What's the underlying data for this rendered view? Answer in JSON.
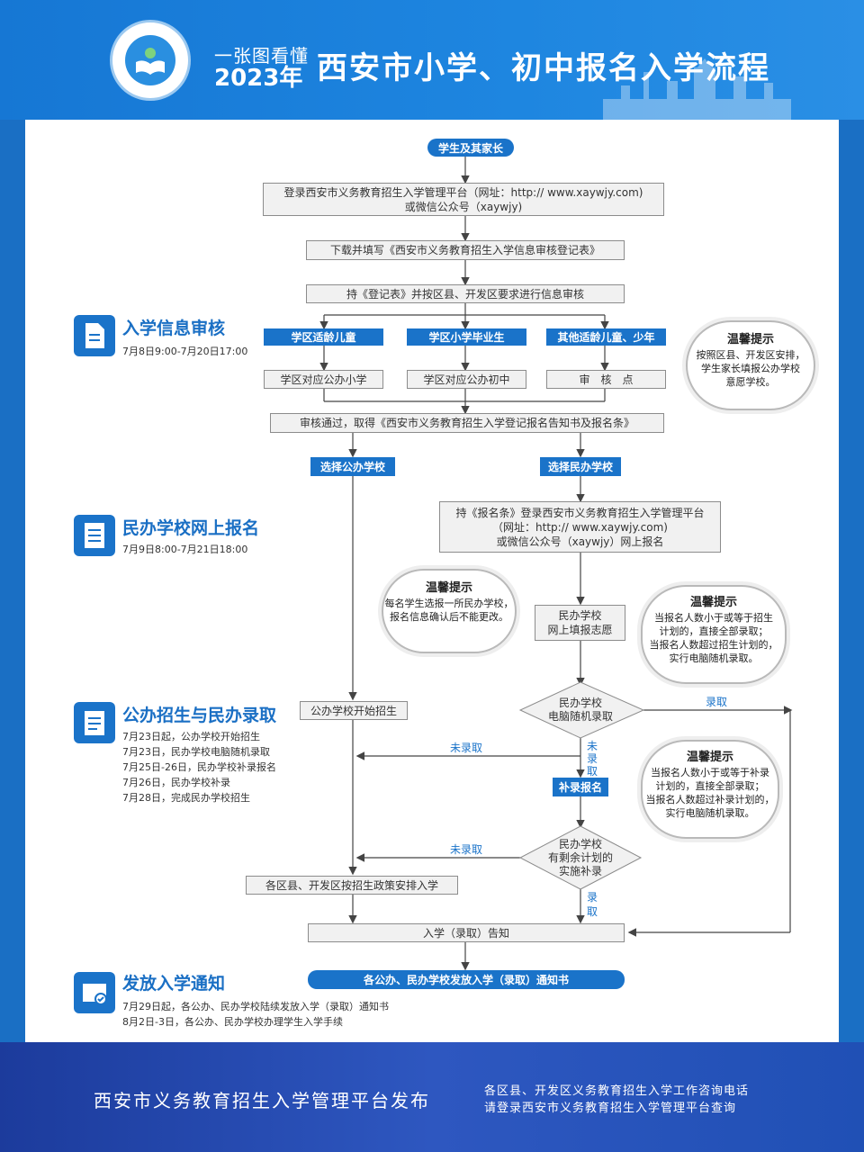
{
  "header": {
    "subtitle_line1": "一张图看懂",
    "subtitle_line2": "2023年",
    "title": "西安市小学、初中报名入学流程"
  },
  "sections": {
    "review": {
      "title": "入学信息审核",
      "text": [
        "7月8日9:00-7月20日17:00"
      ]
    },
    "private": {
      "title": "民办学校网上报名",
      "text": [
        "7月9日8:00-7月21日18:00"
      ]
    },
    "public": {
      "title": "公办招生与民办录取",
      "text": [
        "7月23日起，公办学校开始招生",
        "7月23日，民办学校电脑随机录取",
        "7月25日-26日，民办学校补录报名",
        "7月26日，民办学校补录",
        "7月28日，完成民办学校招生"
      ]
    },
    "notice": {
      "title": "发放入学通知",
      "text": [
        "7月29日起，各公办、民办学校陆续发放入学（录取）通知书",
        "8月2日-3日，各公办、民办学校办理学生入学手续"
      ]
    }
  },
  "flow": {
    "start": "学生及其家长",
    "login": [
      "登录西安市义务教育招生入学管理平台（网址：http:// www.xaywjy.com)",
      "或微信公众号（xaywjy)"
    ],
    "download": "下载并填写《西安市义务教育招生入学信息审核登记表》",
    "review": "持《登记表》并按区县、开发区要求进行信息审核",
    "cat1": "学区适龄儿童",
    "cat2": "学区小学毕业生",
    "cat3": "其他适龄儿童、少年",
    "dest1": "学区对应公办小学",
    "dest2": "学区对应公办初中",
    "dest3": "审　核　点",
    "approved": "审核通过，取得《西安市义务教育招生入学登记报名告知书及报名条》",
    "choose_public": "选择公办学校",
    "choose_private": "选择民办学校",
    "private_login": [
      "持《报名条》登录西安市义务教育招生入学管理平台",
      "（网址：http:// www.xaywjy.com)",
      "或微信公众号（xaywjy）网上报名"
    ],
    "private_fill": [
      "民办学校",
      "网上填报志愿"
    ],
    "public_start": "公办学校开始招生",
    "lottery": [
      "民办学校",
      "电脑随机录取"
    ],
    "admitted": "录取",
    "not_admitted": "未录取",
    "not_admitted_v": [
      "未",
      "录",
      "取"
    ],
    "supp_signup": "补录报名",
    "supp_check": [
      "民办学校",
      "有剩余计划的",
      "实施补录"
    ],
    "admitted_v": [
      "录",
      "取"
    ],
    "district_arrange": "各区县、开发区按招生政策安排入学",
    "admission_notice": "入学（录取）告知",
    "final": "各公办、民办学校发放入学（录取）通知书"
  },
  "tips": {
    "tip1": {
      "title": "温馨提示",
      "lines": [
        "按照区县、开发区安排，",
        "学生家长填报公办学校",
        "意愿学校。"
      ]
    },
    "tip2": {
      "title": "温馨提示",
      "lines": [
        "每名学生选报一所民办学校，",
        "报名信息确认后不能更改。"
      ]
    },
    "tip3": {
      "title": "温馨提示",
      "lines": [
        "当报名人数小于或等于招生",
        "计划的，直接全部录取；",
        "当报名人数超过招生计划的，",
        "实行电脑随机录取。"
      ]
    },
    "tip4": {
      "title": "温馨提示",
      "lines": [
        "当报名人数小于或等于补录",
        "计划的，直接全部录取；",
        "当报名人数超过补录计划的，",
        "实行电脑随机录取。"
      ]
    }
  },
  "footer": {
    "left": "西安市义务教育招生入学管理平台发布",
    "right1": "各区县、开发区义务教育招生入学工作咨询电话",
    "right2": "请登录西安市义务教育招生入学管理平台查询"
  },
  "colors": {
    "primary": "#1a73c9",
    "box_bg": "#f1f1f1"
  }
}
